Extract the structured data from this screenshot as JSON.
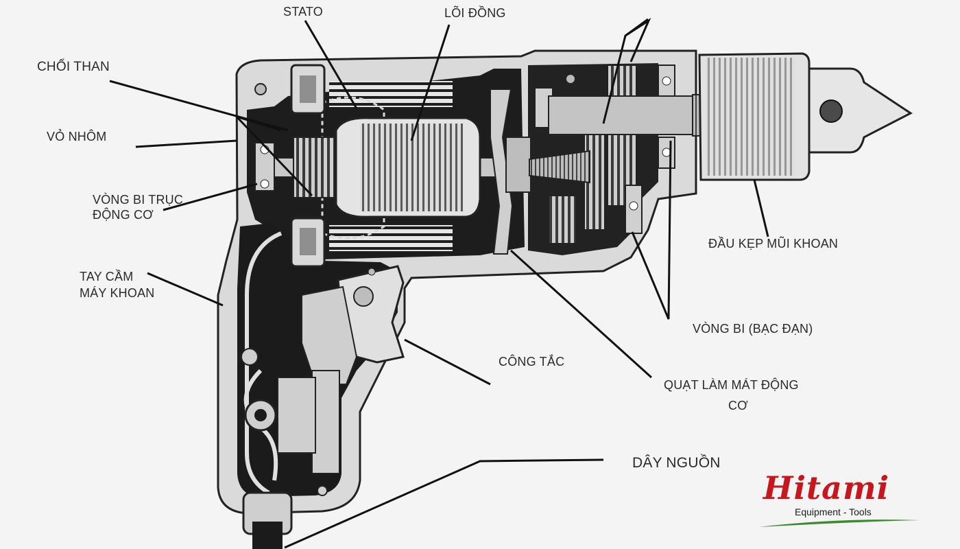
{
  "labels": {
    "stato": "STATO",
    "loi_dong": "LÕI ĐỒNG",
    "choi_than": "CHỔI THAN",
    "vo_nhom": "VỎ NHÔM",
    "vong_bi_truc_line1": "VÒNG BI TRỤC",
    "vong_bi_truc_line2": "ĐỘNG CƠ",
    "tay_cam_line1": "TAY CẦM",
    "tay_cam_line2": "MÁY KHOAN",
    "dau_kep": "ĐẦU KẸP MŨI KHOAN",
    "vong_bi_bac_dan": "VÒNG BI (BẠC ĐẠN)",
    "cong_tac": "CÔNG TẮC",
    "quat_line1": "QUẠT LÀM MÁT ĐỘNG",
    "quat_line2": "CƠ",
    "day_nguon": "DÂY NGUỒN"
  },
  "logo": {
    "brand": "Hitami",
    "tagline": "Equipment - Tools",
    "brand_color": "#c8161d",
    "swoosh_color": "#3a8c2f"
  },
  "colors": {
    "background": "#f4f4f4",
    "housing_dark": "#1d1d1d",
    "housing_light": "#dcdcdc",
    "metal": "#c9c9c9",
    "leader_line": "#111111"
  }
}
